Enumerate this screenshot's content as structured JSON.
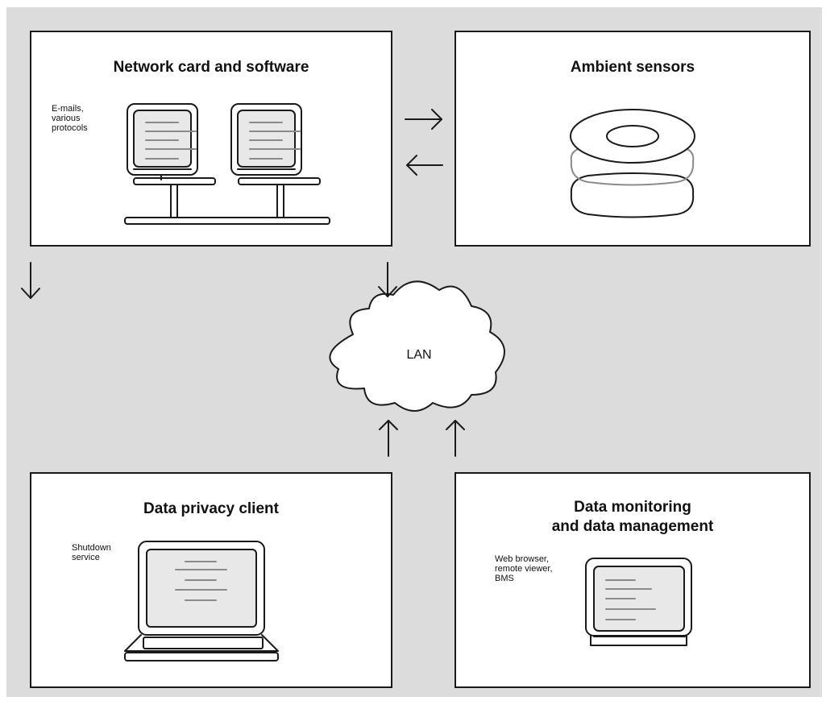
{
  "diagram": {
    "panels": {
      "network": {
        "title": "Network card and software",
        "note": [
          "E-mails,",
          "various",
          "protocols"
        ]
      },
      "sensors": {
        "title": "Ambient sensors"
      },
      "privacy": {
        "title": "Data privacy client",
        "note": [
          "Shutdown",
          "service"
        ]
      },
      "monitoring": {
        "title_lines": [
          "Data monitoring",
          "and data management"
        ],
        "note": [
          "Web browser,",
          "remote viewer,",
          "BMS"
        ]
      }
    },
    "cloud": {
      "label": "LAN"
    },
    "colors": {
      "background": "#dcdcdd",
      "panel": "#ffffff",
      "stroke": "#1a1a1a",
      "screen": "#e8e8e8",
      "screen_lines": "#8a8a8a",
      "sensor_ring": "#8c8c8c"
    },
    "icons": [
      "arrow-right-icon",
      "arrow-left-icon",
      "arrow-down-icon",
      "arrow-up-icon",
      "desktop-computer-icon",
      "sensor-stack-icon",
      "laptop-icon",
      "monitor-icon",
      "cloud-icon"
    ]
  }
}
